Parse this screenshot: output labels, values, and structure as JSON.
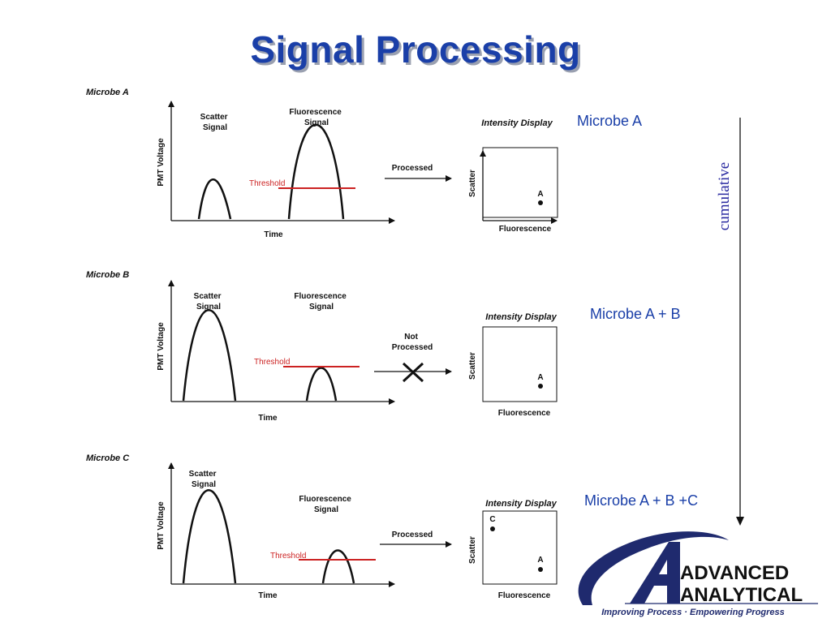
{
  "title": "Signal Processing",
  "cumulative_label": "cumulative",
  "axis_labels": {
    "y": "PMT Voltage",
    "x": "Time",
    "display_y": "Scatter",
    "display_x": "Fluorescence"
  },
  "threshold_label": "Threshold",
  "intensity_display_label": "Intensity Display",
  "rows": [
    {
      "name": "Microbe A",
      "scatter_label": [
        "Scatter",
        "Signal"
      ],
      "fluor_label": [
        "Fluorescence",
        "Signal"
      ],
      "arrow_label": [
        "Processed"
      ],
      "processed": true,
      "display_caption": "Microbe A",
      "points": [
        "A"
      ]
    },
    {
      "name": "Microbe B",
      "scatter_label": [
        "Scatter",
        "Signal"
      ],
      "fluor_label": [
        "Fluorescence",
        "Signal"
      ],
      "arrow_label": [
        "Not",
        "Processed"
      ],
      "processed": false,
      "display_caption": "Microbe A + B",
      "points": [
        "A"
      ]
    },
    {
      "name": "Microbe C",
      "scatter_label": [
        "Scatter",
        "Signal"
      ],
      "fluor_label": [
        "Fluorescence",
        "Signal"
      ],
      "arrow_label": [
        "Processed"
      ],
      "processed": true,
      "display_caption": "Microbe A + B +C",
      "points": [
        "C",
        "A"
      ]
    }
  ],
  "logo": {
    "line1": "ADVANCED",
    "line2": "ANALYTICAL",
    "tagline": "Improving Process · Empowering Progress"
  },
  "colors": {
    "title": "#1a3fa8",
    "threshold": "#cc2222",
    "caption": "#1a3fa8",
    "cumulative": "#2a2aa0"
  }
}
